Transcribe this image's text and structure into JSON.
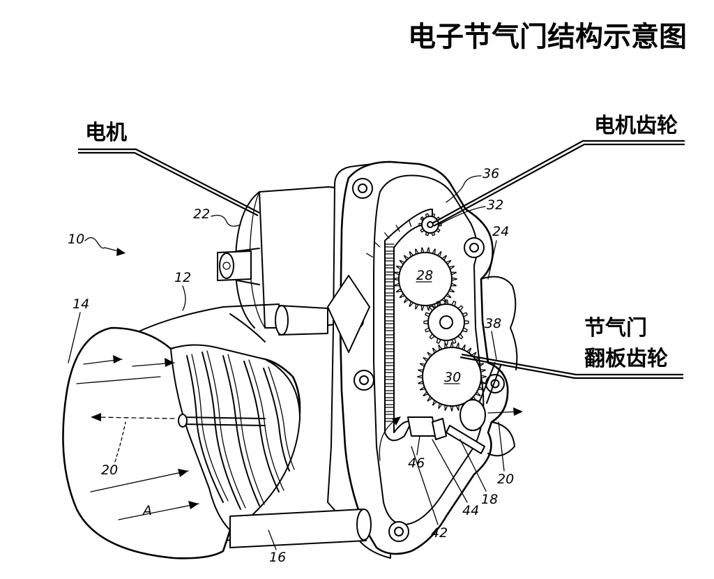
{
  "title": "电子节气门结构示意图",
  "callouts": {
    "motor": "电机",
    "motor_gear": "电机齿轮",
    "throttle_gear_line1": "节气门",
    "throttle_gear_line2": "翻板齿轮"
  },
  "reference_numerals": {
    "r10": "10",
    "r12": "12",
    "r14": "14",
    "r16": "16",
    "r18": "18",
    "r20a": "20",
    "r20b": "20",
    "r22": "22",
    "r24": "24",
    "r28": "28",
    "r30": "30",
    "r32": "32",
    "r36": "36",
    "r38": "38",
    "r42": "42",
    "r44": "44",
    "r46": "46",
    "rA": "A"
  },
  "colors": {
    "ink": "#000000",
    "background": "#ffffff"
  }
}
